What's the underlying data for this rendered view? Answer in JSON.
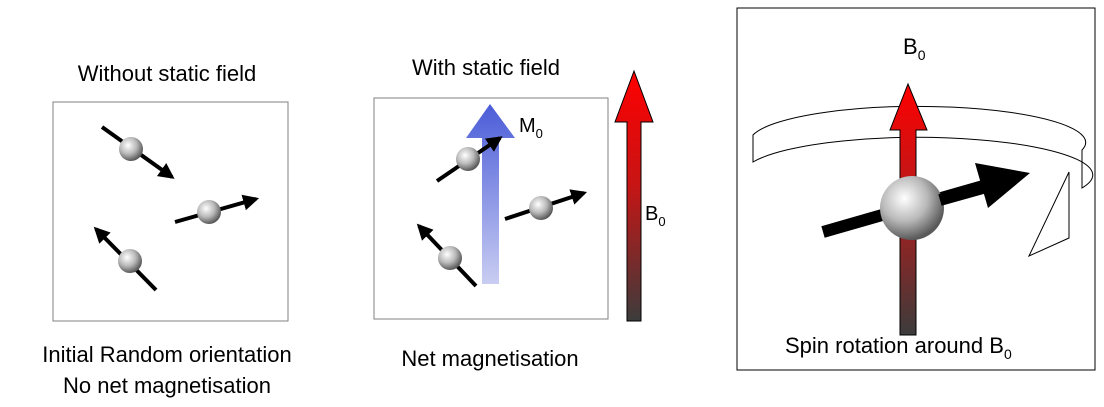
{
  "panel_left": {
    "heading": "Without static field",
    "caption_line1": "Initial Random orientation",
    "caption_line2": "No net magnetisation"
  },
  "panel_middle": {
    "heading": "With static field",
    "caption": "Net magnetisation",
    "m_label": "M",
    "m_subscript": "0",
    "b_label": "B",
    "b_subscript": "0"
  },
  "panel_right": {
    "b_label": "B",
    "b_subscript": "0",
    "caption": "Spin rotation around B",
    "caption_subscript": "0"
  },
  "colors": {
    "field_arrow_top": "#ff0000",
    "field_arrow_bottom": "#3c3c3c",
    "magnetisation_arrow": "#4a5cd8",
    "spin_arrow": "#000000",
    "box_border": "#808080"
  },
  "icons": [
    "spin-sphere",
    "field-arrow",
    "magnetisation-arrow",
    "rotation-band"
  ]
}
